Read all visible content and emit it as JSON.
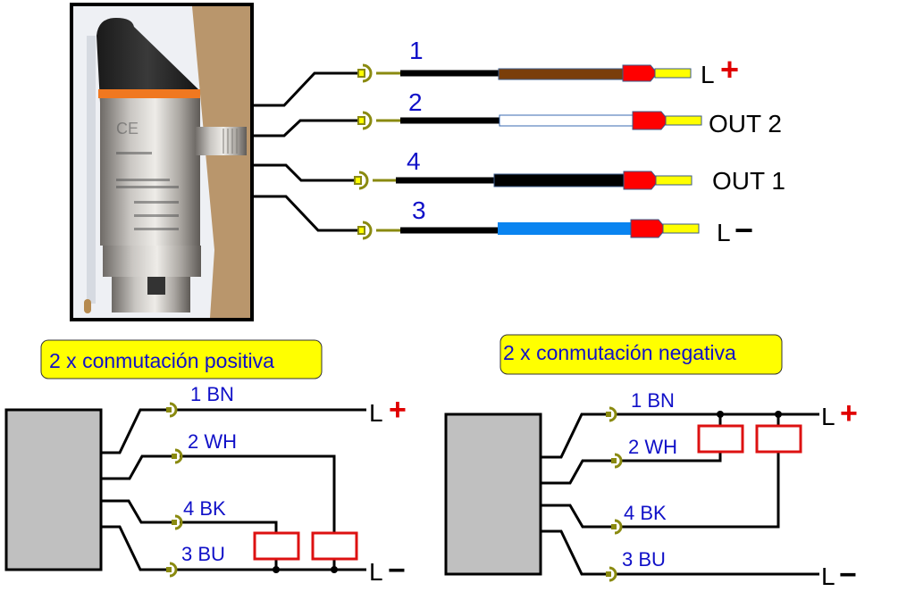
{
  "photo": {
    "alt": "ifm pressure sensor with M12 connector",
    "ring_color": "#f07820"
  },
  "top_diagram": {
    "wires": [
      {
        "pin": "1",
        "color": "#7a3e0a",
        "signal": "L",
        "sign": "+"
      },
      {
        "pin": "2",
        "color": "#ffffff",
        "signal": "OUT 2",
        "sign": ""
      },
      {
        "pin": "4",
        "color": "#000000",
        "signal": "OUT 1",
        "sign": ""
      },
      {
        "pin": "3",
        "color": "#0a84f0",
        "signal": "L",
        "sign": "−"
      }
    ],
    "ferrule_color": "#ff0000",
    "tip_color": "#ffff00",
    "connector_color": "#8a8a10"
  },
  "left_diagram": {
    "title": "2 x conmutación positiva",
    "wires": [
      {
        "label": "1 BN"
      },
      {
        "label": "2 WH"
      },
      {
        "label": "4 BK"
      },
      {
        "label": "3  BU"
      }
    ],
    "plus_label": "L",
    "plus_sign": "+",
    "minus_label": "L",
    "minus_sign": "−"
  },
  "right_diagram": {
    "title": "2 x conmutación negativa",
    "wires": [
      {
        "label": "1 BN"
      },
      {
        "label": "2 WH"
      },
      {
        "label": "4 BK"
      },
      {
        "label": "3  BU"
      }
    ],
    "plus_label": "L",
    "plus_sign": "+",
    "minus_label": "L",
    "minus_sign": "−"
  },
  "colors": {
    "label_blue": "#1010c8",
    "sign_red": "#e00000",
    "title_bg": "#ffff00",
    "load_red": "#dd1111",
    "device_gray": "#c0c0c0"
  }
}
